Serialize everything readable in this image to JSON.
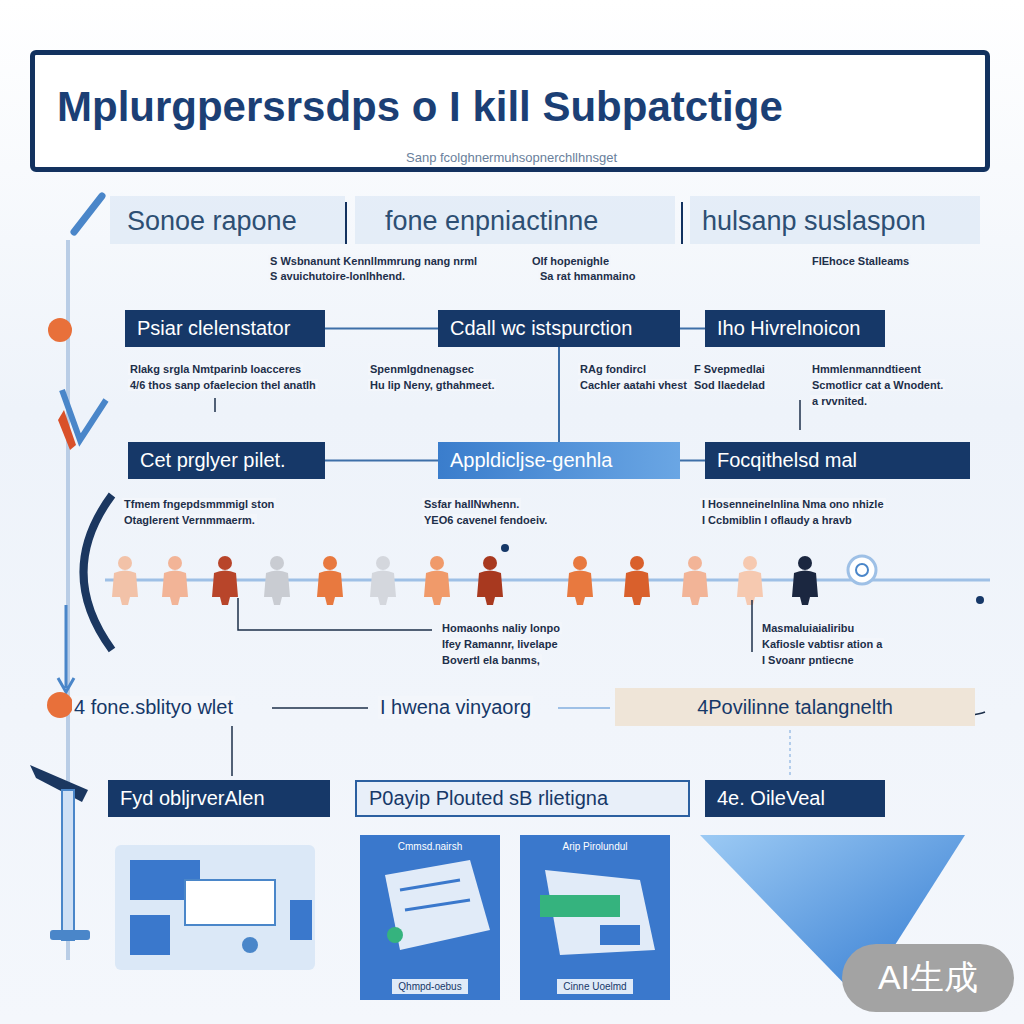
{
  "diagram": {
    "title": "Mplurgpersrsdps o I kill Subpatctige",
    "nodes": [
      {
        "text": [
          "Psiar clelenstator"
        ]
      },
      {
        "text": [
          "Cdall wc istspurction"
        ]
      },
      {
        "text": [
          "Iho Hivrelnoicon"
        ]
      },
      {
        "text": [
          "Cet prglyer pilet."
        ]
      },
      {
        "text": [
          "Appldicljse-genhla"
        ]
      },
      {
        "text": [
          "Focqithelsd mal"
        ]
      },
      {
        "text": [
          "4Povilinne talangnelth"
        ]
      },
      {
        "text": [
          "Fyd obljrverAlen"
        ]
      },
      {
        "text": [
          "P0ayip Plouted sB rlietigna"
        ]
      },
      {
        "text": [
          "4e. OileVeal"
        ]
      },
      {
        "text": [
          "Cmmsd.nairsh",
          "Qhmpd-oebus"
        ]
      },
      {
        "text": [
          "Arip Pirolundul",
          "Cinne Uoelmd"
        ]
      }
    ],
    "edges": [
      {
        "from": 0,
        "to": 1,
        "arrow": "none"
      },
      {
        "from": 1,
        "to": 2,
        "arrow": "none"
      },
      {
        "from": 3,
        "to": 4,
        "arrow": "none"
      },
      {
        "from": 4,
        "to": 5,
        "arrow": "none"
      },
      {
        "from": 1,
        "to": 4,
        "arrow": "none"
      }
    ],
    "labels": [
      "Sanp fcolghnermuhsopnerchllhnsget",
      "Sonoe rapone",
      "fone enpniactinne",
      "hulsanp suslaspon",
      "S Wsbnanunt Kennllmmrung nang nrml",
      "S avuichutoire-lonlhhend.",
      "Olf hopenighle",
      "Sa rat hmanmaino",
      "FlEhoce Stalleams",
      "Rlakg srgla Nmtparinb loacceres",
      "4/6 thos sanp ofaelecion thel anatlh",
      "Spenmlgdnenagsec",
      "Hu lip Neny, gthahmeet.",
      "RAg fondircl",
      "Cachler aatahi vhest",
      "F Svepmedlai",
      "Sod Ilaedelad",
      "Hmmlenmanndtieent",
      "Scmotlicr cat a Wnodent.",
      "a rvvnited.",
      "Tfmem fngepdsmmmigl ston",
      "Otaglerent Vernmmaerm.",
      "Ssfar hallNwhenn.",
      "YEO6 cavenel fendoeiv.",
      "I Hosenneinelnlina Nma ono nhizle",
      "I Ccbmiblin I oflaudy a hravb",
      "Homaonhs naliy lonpo",
      "Ifey Ramannr, livelape",
      "Bovertl ela banms,",
      "Masmaluiaialiribu",
      "Kafiosle vabtisr ation a",
      "I Svoanr pntiecne",
      "4 fone.sblityo wlet",
      "I hwena vinyaorg",
      "AI生成"
    ]
  }
}
